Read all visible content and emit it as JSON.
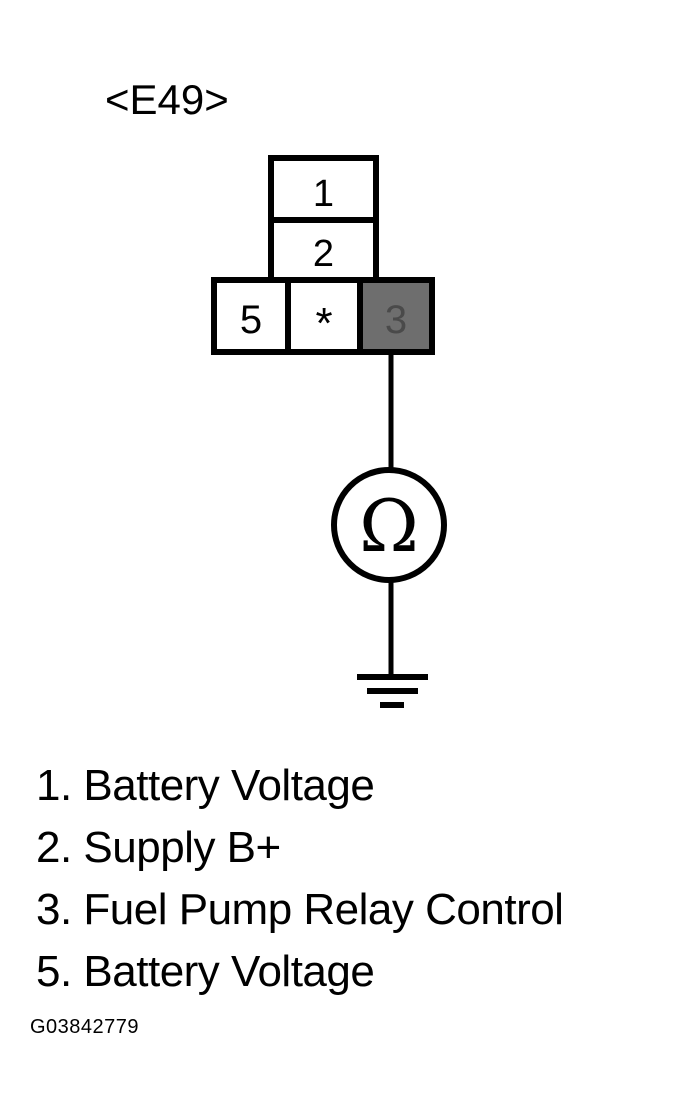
{
  "connector": {
    "name": "<E49>",
    "pins": {
      "pin1": "1",
      "pin2": "2",
      "pin5": "5",
      "pin_unused": "*",
      "pin3": "3"
    },
    "pin3_shaded": true,
    "meter_symbol": "Ω",
    "meter_icon": "ohmmeter-icon",
    "ground_icon": "ground-icon"
  },
  "legend": [
    "1. Battery Voltage",
    "2. Supply B+",
    "3. Fuel Pump Relay Control",
    "5. Battery Voltage"
  ],
  "figure_id": "G03842779",
  "colors": {
    "line": "#000000",
    "shade": "#6e6e6e",
    "background": "#ffffff"
  }
}
